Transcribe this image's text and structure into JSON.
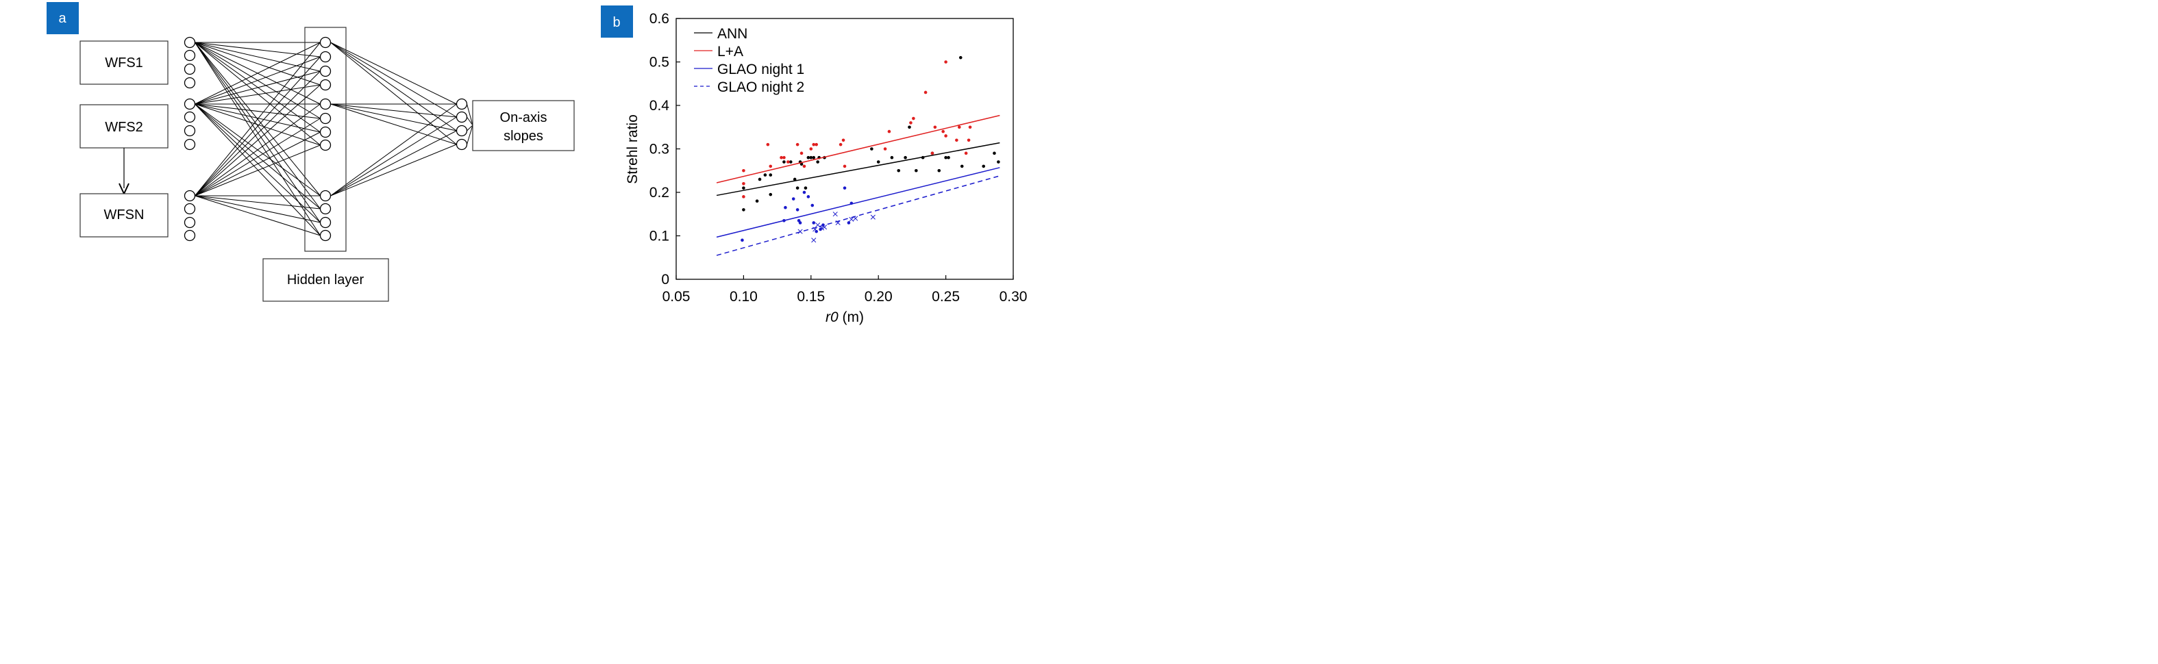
{
  "panel_a": {
    "badge": "a",
    "inputs": [
      "WFS1",
      "WFS2",
      "WFSN"
    ],
    "hidden_label": "Hidden layer",
    "output_label_lines": [
      "On-axis",
      "slopes"
    ],
    "colors": {
      "badge": "#0f6cbd",
      "line": "#000000"
    }
  },
  "panel_b": {
    "badge": "b"
  },
  "chart_data": {
    "type": "scatter",
    "xlabel": "r0 (m)",
    "ylabel": "Strehl ratio",
    "xlim": [
      0.05,
      0.3
    ],
    "ylim": [
      0,
      0.6
    ],
    "xticks": [
      "0.05",
      "0.10",
      "0.15",
      "0.20",
      "0.25",
      "0.30"
    ],
    "yticks": [
      "0",
      "0.1",
      "0.2",
      "0.3",
      "0.4",
      "0.5",
      "0.6"
    ],
    "legend": "top-left",
    "grid": false,
    "series": [
      {
        "name": "ANN",
        "color": "#000000",
        "style": "solid",
        "marker": "dot",
        "line": [
          [
            0.08,
            0.193
          ],
          [
            0.29,
            0.314
          ]
        ],
        "points": [
          [
            0.1,
            0.16
          ],
          [
            0.1,
            0.21
          ],
          [
            0.11,
            0.18
          ],
          [
            0.112,
            0.23
          ],
          [
            0.116,
            0.24
          ],
          [
            0.12,
            0.24
          ],
          [
            0.12,
            0.195
          ],
          [
            0.13,
            0.27
          ],
          [
            0.135,
            0.27
          ],
          [
            0.138,
            0.23
          ],
          [
            0.14,
            0.21
          ],
          [
            0.142,
            0.27
          ],
          [
            0.143,
            0.265
          ],
          [
            0.146,
            0.21
          ],
          [
            0.148,
            0.28
          ],
          [
            0.15,
            0.28
          ],
          [
            0.152,
            0.28
          ],
          [
            0.155,
            0.27
          ],
          [
            0.156,
            0.28
          ],
          [
            0.16,
            0.28
          ],
          [
            0.195,
            0.3
          ],
          [
            0.2,
            0.27
          ],
          [
            0.21,
            0.28
          ],
          [
            0.215,
            0.25
          ],
          [
            0.22,
            0.28
          ],
          [
            0.223,
            0.35
          ],
          [
            0.228,
            0.25
          ],
          [
            0.233,
            0.28
          ],
          [
            0.24,
            0.29
          ],
          [
            0.245,
            0.25
          ],
          [
            0.25,
            0.28
          ],
          [
            0.252,
            0.28
          ],
          [
            0.261,
            0.51
          ],
          [
            0.262,
            0.26
          ],
          [
            0.278,
            0.26
          ],
          [
            0.286,
            0.29
          ],
          [
            0.289,
            0.27
          ]
        ]
      },
      {
        "name": "L+A",
        "color": "#e02020",
        "style": "solid",
        "marker": "dot",
        "line": [
          [
            0.08,
            0.222
          ],
          [
            0.29,
            0.377
          ]
        ],
        "points": [
          [
            0.1,
            0.25
          ],
          [
            0.1,
            0.22
          ],
          [
            0.1,
            0.19
          ],
          [
            0.118,
            0.31
          ],
          [
            0.12,
            0.26
          ],
          [
            0.128,
            0.28
          ],
          [
            0.13,
            0.28
          ],
          [
            0.133,
            0.27
          ],
          [
            0.14,
            0.31
          ],
          [
            0.143,
            0.29
          ],
          [
            0.145,
            0.26
          ],
          [
            0.15,
            0.3
          ],
          [
            0.152,
            0.31
          ],
          [
            0.154,
            0.31
          ],
          [
            0.172,
            0.31
          ],
          [
            0.174,
            0.32
          ],
          [
            0.175,
            0.26
          ],
          [
            0.205,
            0.3
          ],
          [
            0.208,
            0.34
          ],
          [
            0.224,
            0.36
          ],
          [
            0.226,
            0.37
          ],
          [
            0.235,
            0.43
          ],
          [
            0.24,
            0.29
          ],
          [
            0.242,
            0.35
          ],
          [
            0.248,
            0.34
          ],
          [
            0.25,
            0.33
          ],
          [
            0.25,
            0.5
          ],
          [
            0.258,
            0.32
          ],
          [
            0.26,
            0.35
          ],
          [
            0.265,
            0.29
          ],
          [
            0.267,
            0.32
          ],
          [
            0.268,
            0.35
          ]
        ]
      },
      {
        "name": "GLAO night 1",
        "color": "#1a1acc",
        "style": "solid",
        "marker": "dot",
        "line": [
          [
            0.08,
            0.097
          ],
          [
            0.29,
            0.257
          ]
        ],
        "points": [
          [
            0.099,
            0.09
          ],
          [
            0.13,
            0.135
          ],
          [
            0.131,
            0.165
          ],
          [
            0.137,
            0.185
          ],
          [
            0.14,
            0.16
          ],
          [
            0.141,
            0.135
          ],
          [
            0.142,
            0.13
          ],
          [
            0.145,
            0.2
          ],
          [
            0.148,
            0.19
          ],
          [
            0.151,
            0.17
          ],
          [
            0.152,
            0.13
          ],
          [
            0.154,
            0.11
          ],
          [
            0.157,
            0.115
          ],
          [
            0.159,
            0.125
          ],
          [
            0.175,
            0.21
          ],
          [
            0.178,
            0.13
          ],
          [
            0.18,
            0.175
          ]
        ]
      },
      {
        "name": "GLAO night 2",
        "color": "#1a1acc",
        "style": "dashed",
        "marker": "x",
        "line": [
          [
            0.08,
            0.055
          ],
          [
            0.29,
            0.238
          ]
        ],
        "points": [
          [
            0.142,
            0.11
          ],
          [
            0.152,
            0.09
          ],
          [
            0.153,
            0.115
          ],
          [
            0.155,
            0.125
          ],
          [
            0.158,
            0.118
          ],
          [
            0.16,
            0.12
          ],
          [
            0.168,
            0.15
          ],
          [
            0.17,
            0.13
          ],
          [
            0.18,
            0.138
          ],
          [
            0.183,
            0.14
          ],
          [
            0.196,
            0.143
          ]
        ]
      }
    ]
  }
}
